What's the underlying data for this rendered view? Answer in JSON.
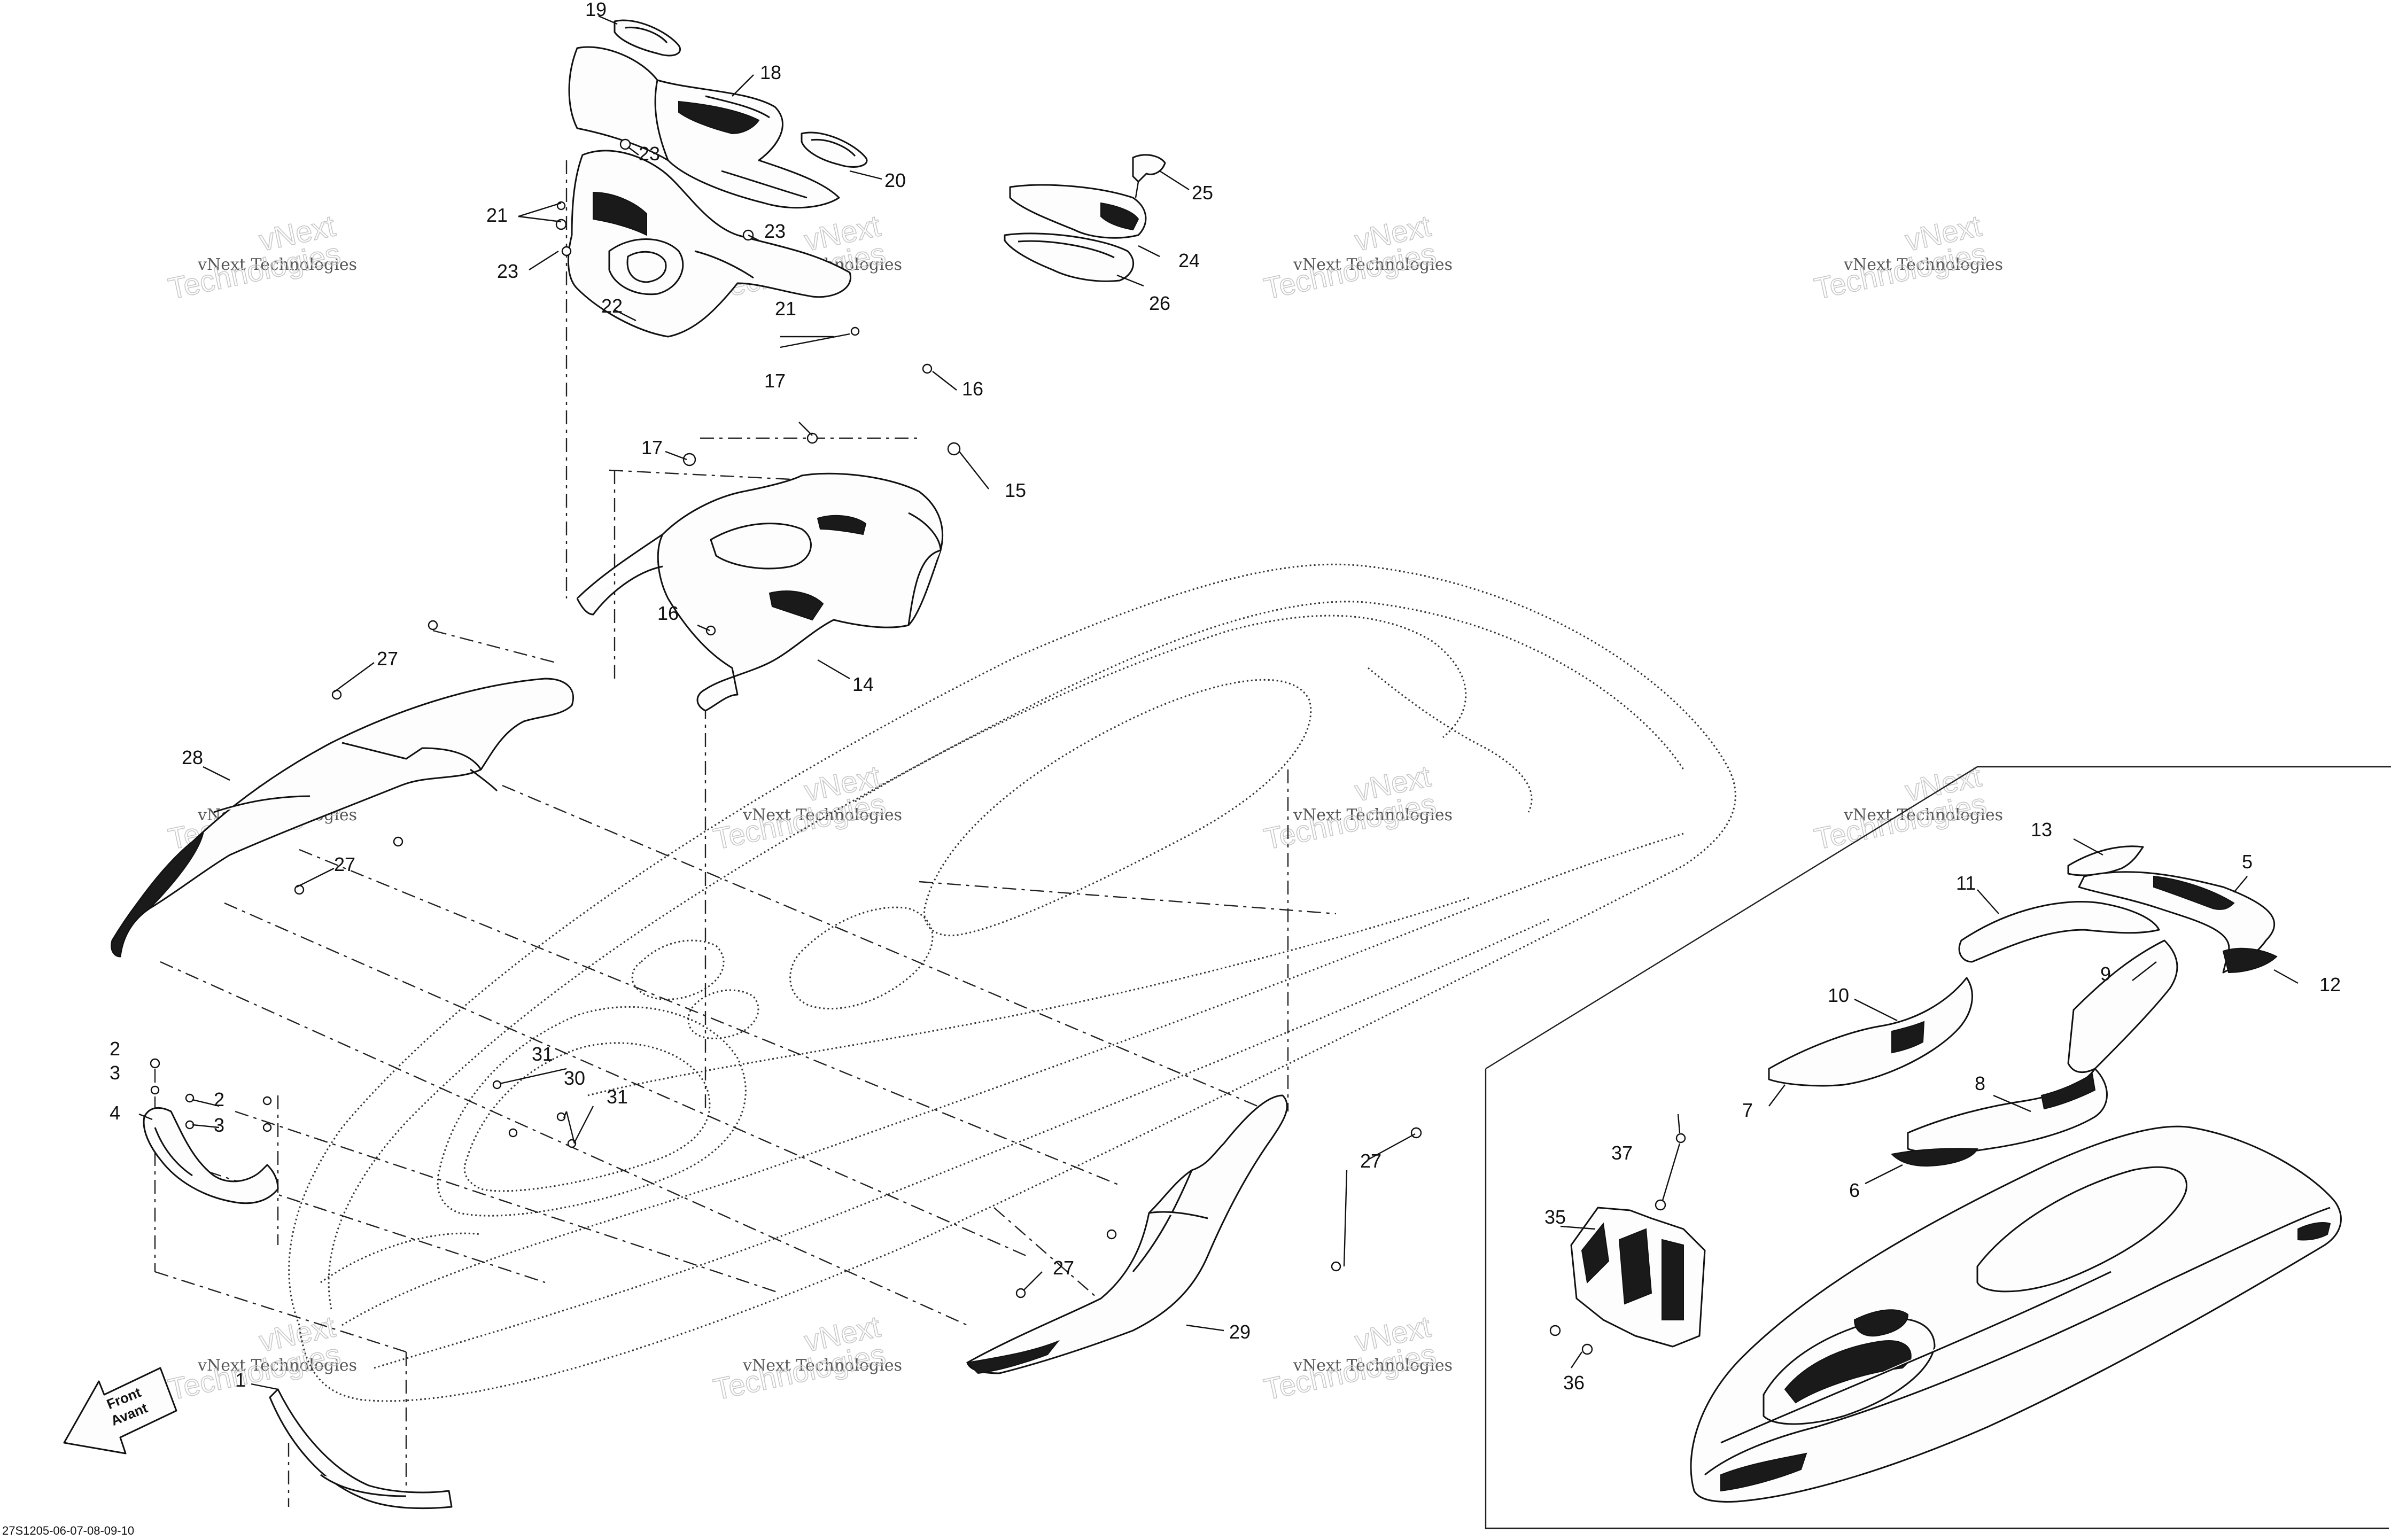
{
  "callouts": [
    {
      "id": "1",
      "text": "1"
    },
    {
      "id": "2a",
      "text": "2"
    },
    {
      "id": "2b",
      "text": "2"
    },
    {
      "id": "3a",
      "text": "3"
    },
    {
      "id": "3b",
      "text": "3"
    },
    {
      "id": "4",
      "text": "4"
    },
    {
      "id": "5",
      "text": "5"
    },
    {
      "id": "6",
      "text": "6"
    },
    {
      "id": "7",
      "text": "7"
    },
    {
      "id": "8",
      "text": "8"
    },
    {
      "id": "9",
      "text": "9"
    },
    {
      "id": "10",
      "text": "10"
    },
    {
      "id": "11",
      "text": "11"
    },
    {
      "id": "12",
      "text": "12"
    },
    {
      "id": "13",
      "text": "13"
    },
    {
      "id": "14",
      "text": "14"
    },
    {
      "id": "15",
      "text": "15"
    },
    {
      "id": "16a",
      "text": "16"
    },
    {
      "id": "16b",
      "text": "16"
    },
    {
      "id": "17a",
      "text": "17"
    },
    {
      "id": "17b",
      "text": "17"
    },
    {
      "id": "18",
      "text": "18"
    },
    {
      "id": "19",
      "text": "19"
    },
    {
      "id": "20",
      "text": "20"
    },
    {
      "id": "21a",
      "text": "21"
    },
    {
      "id": "21b",
      "text": "21"
    },
    {
      "id": "22",
      "text": "22"
    },
    {
      "id": "23a",
      "text": "23"
    },
    {
      "id": "23b",
      "text": "23"
    },
    {
      "id": "23c",
      "text": "23"
    },
    {
      "id": "24",
      "text": "24"
    },
    {
      "id": "25",
      "text": "25"
    },
    {
      "id": "26",
      "text": "26"
    },
    {
      "id": "27a",
      "text": "27"
    },
    {
      "id": "27b",
      "text": "27"
    },
    {
      "id": "27c",
      "text": "27"
    },
    {
      "id": "27d",
      "text": "27"
    },
    {
      "id": "28",
      "text": "28"
    },
    {
      "id": "29",
      "text": "29"
    },
    {
      "id": "30",
      "text": "30"
    },
    {
      "id": "31a",
      "text": "31"
    },
    {
      "id": "31b",
      "text": "31"
    },
    {
      "id": "35",
      "text": "35"
    },
    {
      "id": "36",
      "text": "36"
    },
    {
      "id": "37",
      "text": "37"
    }
  ],
  "watermark": {
    "line1": "vNext",
    "line2": "vNext Technologies",
    "line3": "Technologies"
  },
  "front_arrow": {
    "line1": "Front",
    "line2": "Avant"
  },
  "drawing_code": "27S1205-06-07-08-09-10",
  "colors": {
    "ink": "#111111",
    "watermark": "#c8c8c8",
    "background": "#ffffff"
  }
}
